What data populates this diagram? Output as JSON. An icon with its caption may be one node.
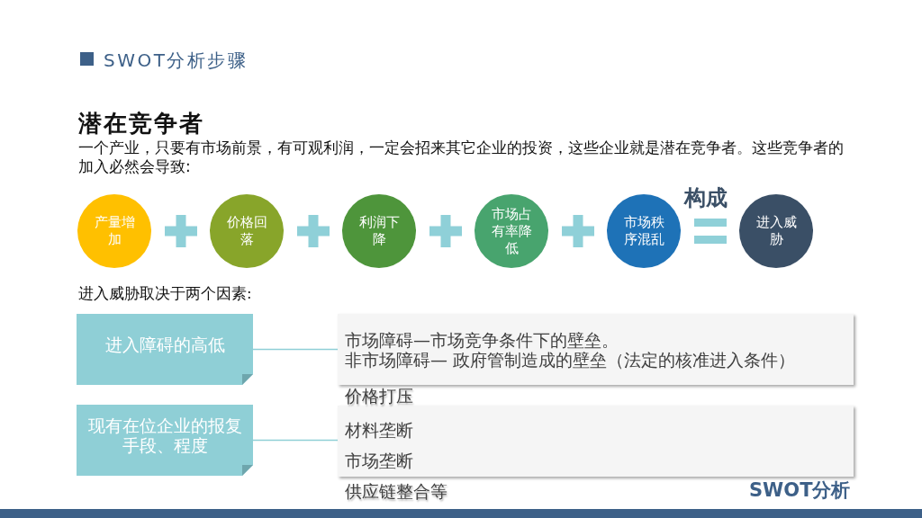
{
  "diagram": {
    "title": "SWOT分析步骤",
    "nodes": [
      {
        "text": [
          "产量增加"
        ]
      },
      {
        "text": [
          "价格回落"
        ]
      },
      {
        "text": [
          "利润下降"
        ]
      },
      {
        "text": [
          "市场占有率降低"
        ]
      },
      {
        "text": [
          "市场秩序混乱"
        ]
      },
      {
        "text": [
          "进入威胁"
        ]
      },
      {
        "text": [
          "进入障碍的高低"
        ]
      },
      {
        "text": [
          "市场障碍—市场竞争条件下的壁垒。",
          "非市场障碍— 政府管制造成的壁垒（法定的核准进入条件）"
        ]
      },
      {
        "text": [
          "现有在位企业的报复手段、程度"
        ]
      },
      {
        "text": [
          "材料垄断",
          "市场垄断"
        ],
        "beside": [
          "价格打压",
          "供应链整合等"
        ]
      }
    ],
    "edges": [
      {
        "from": 6,
        "to": 7,
        "arrow": "none"
      },
      {
        "from": 8,
        "to": 9,
        "arrow": "none"
      }
    ],
    "labels": [
      "潜在竞争者",
      "一个产业，只要有市场前景，有可观利润，一定会招来其它企业的投资，这些企业就是潜在竞争者。这些竞争者的加入必然会导致:",
      "构成",
      "进入威胁取决于两个因素:",
      "SWOT分析"
    ]
  }
}
